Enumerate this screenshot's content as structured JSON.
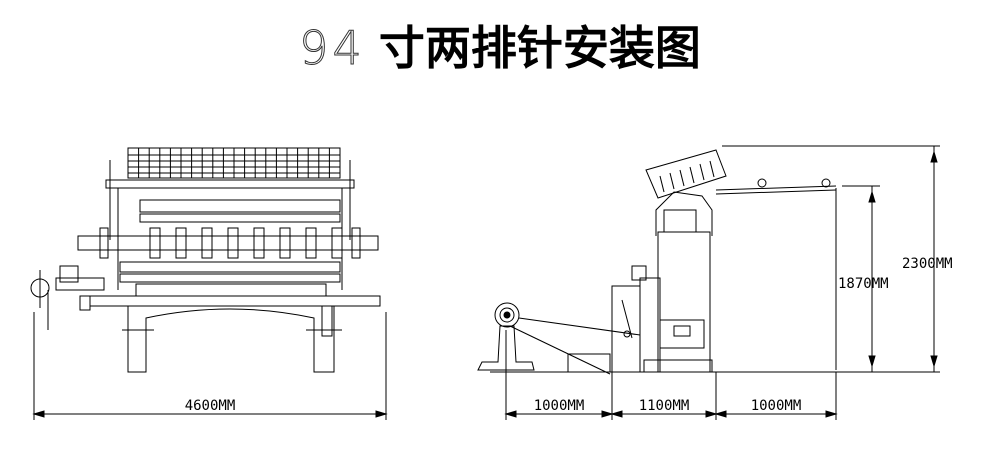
{
  "title": {
    "number": "94",
    "text": "寸两排针安装图"
  },
  "front_view": {
    "width_label": "4600MM"
  },
  "side_view": {
    "height_label": "2300MM",
    "machine_height_label": "1870MM",
    "segments": [
      "1000MM",
      "1100MM",
      "1000MM"
    ]
  },
  "colors": {
    "line": "#000000"
  }
}
